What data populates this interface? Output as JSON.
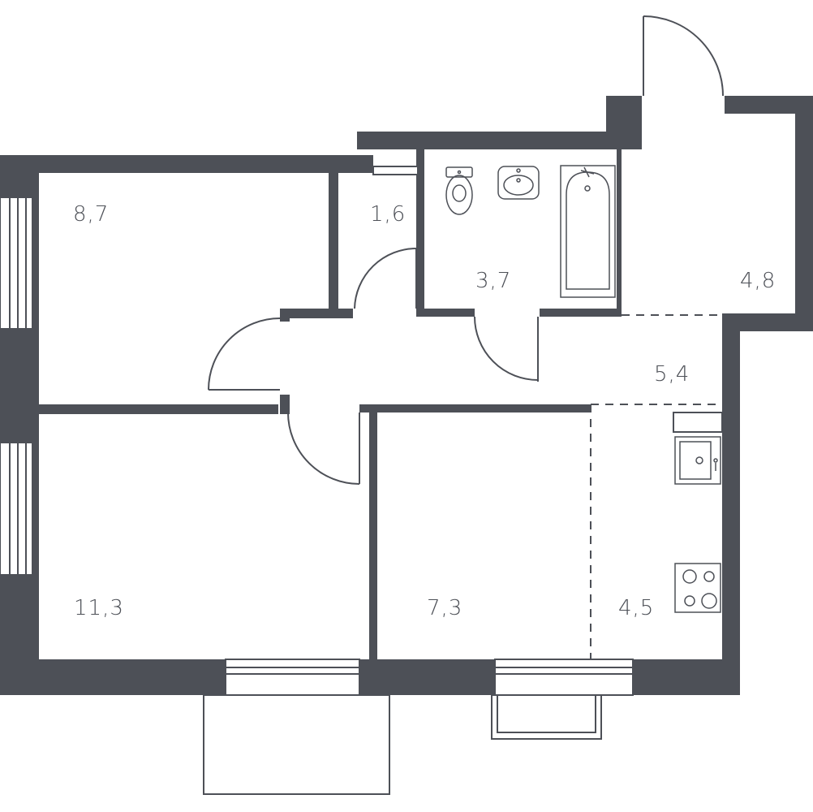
{
  "floor_plan": {
    "colors": {
      "wall": "#4d5057",
      "line": "#4d5057",
      "background": "#ffffff"
    },
    "rooms": [
      {
        "id": "bedroom-top-left",
        "area": "8,7"
      },
      {
        "id": "storage",
        "area": "1,6"
      },
      {
        "id": "bathroom",
        "area": "3,7"
      },
      {
        "id": "entry-vestibule",
        "area": "4,8"
      },
      {
        "id": "hallway",
        "area": "5,4"
      },
      {
        "id": "bedroom-bottom-left",
        "area": "11,3"
      },
      {
        "id": "living-room",
        "area": "7,3"
      },
      {
        "id": "kitchen",
        "area": "4,5"
      }
    ],
    "fixtures": [
      "toilet-icon",
      "washbasin-icon",
      "bathtub-icon",
      "kitchen-sink-icon",
      "stove-icon"
    ]
  }
}
